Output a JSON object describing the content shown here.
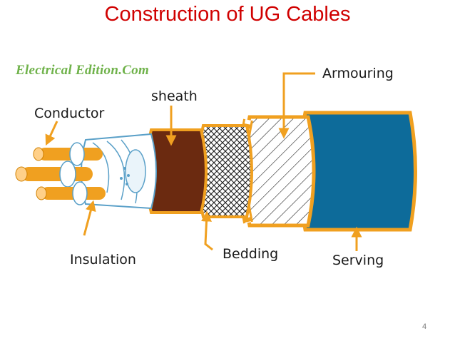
{
  "slide": {
    "title": "Construction of UG Cables",
    "watermark": "Electrical Edition.Com",
    "page_number": "4"
  },
  "labels": {
    "conductor": "Conductor",
    "sheath": "sheath",
    "armouring": "Armouring",
    "insulation": "Insulation",
    "bedding": "Bedding",
    "serving": "Serving"
  },
  "colors": {
    "title": "#d00000",
    "watermark": "#6fb24a",
    "conductor": "#f0a020",
    "sheath": "#6b2a10",
    "serving": "#0d6b9a",
    "arrow": "#f0a020",
    "outline": "#f0a020"
  }
}
